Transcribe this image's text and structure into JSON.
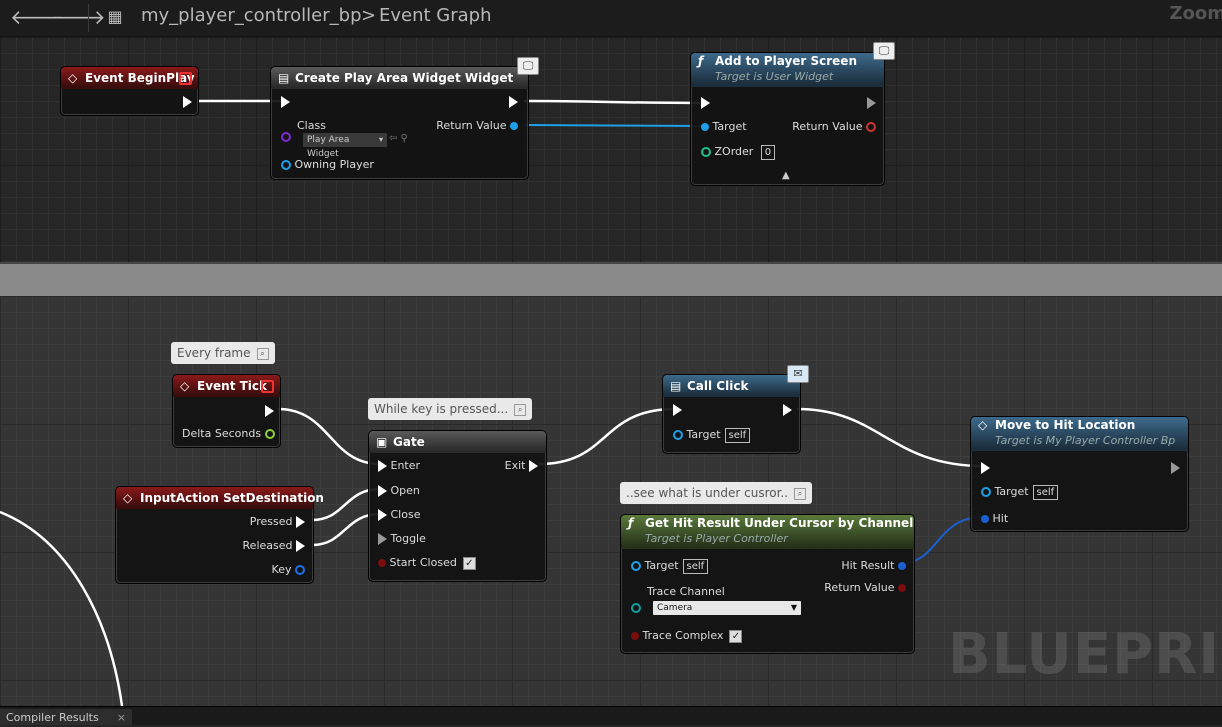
{
  "toolbar": {
    "back_icon": "back-arrow-icon",
    "forward_icon": "forward-arrow-icon",
    "blueprint_icon": "blueprint-grid-icon",
    "asset_name": "my_player_controller_bp",
    "separator": ">",
    "graph_name": "Event Graph",
    "zoom_label": "Zoom"
  },
  "nodes": {
    "event_begin_play": {
      "title": "Event BeginPlay"
    },
    "create_widget": {
      "title": "Create Play Area Widget Widget",
      "class_label": "Class",
      "class_value": "Play Area Widget",
      "return_value": "Return Value",
      "owning_player": "Owning Player"
    },
    "add_to_player_screen": {
      "title": "Add to Player Screen",
      "subtitle": "Target is User Widget",
      "target": "Target",
      "return_value": "Return Value",
      "zorder": "ZOrder",
      "zorder_value": "0"
    },
    "event_tick": {
      "title": "Event Tick",
      "delta_seconds": "Delta Seconds"
    },
    "input_action": {
      "title": "InputAction SetDestination",
      "pressed": "Pressed",
      "released": "Released",
      "key": "Key"
    },
    "gate": {
      "title": "Gate",
      "enter": "Enter",
      "exit": "Exit",
      "open": "Open",
      "close": "Close",
      "toggle": "Toggle",
      "start_closed": "Start Closed"
    },
    "call_click": {
      "title": "Call Click",
      "target": "Target",
      "self": "self"
    },
    "move_to_hit": {
      "title": "Move to Hit Location",
      "subtitle": "Target is My Player Controller Bp",
      "target": "Target",
      "self": "self",
      "hit": "Hit"
    },
    "get_hit_result": {
      "title": "Get Hit Result Under Cursor by Channel",
      "subtitle": "Target is Player Controller",
      "target": "Target",
      "self": "self",
      "hit_result": "Hit Result",
      "trace_channel": "Trace Channel",
      "return_value": "Return Value",
      "channel_value": "Camera",
      "trace_complex": "Trace Complex"
    }
  },
  "comments": {
    "every_frame": "Every frame",
    "while_key": "While key is pressed...",
    "see_what": "..see what is under cusror.."
  },
  "watermark": "BLUEPRINT",
  "bottom_tab": {
    "label": "Compiler Results",
    "close": "×"
  }
}
